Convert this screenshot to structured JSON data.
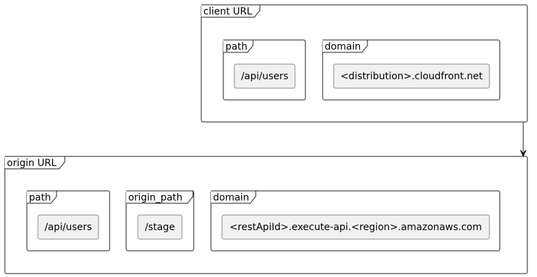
{
  "client_url": {
    "title": "client URL",
    "path": {
      "title": "path",
      "value": "/api/users"
    },
    "domain": {
      "title": "domain",
      "value": "<distribution>.cloudfront.net"
    }
  },
  "origin_url": {
    "title": "origin URL",
    "path": {
      "title": "path",
      "value": "/api/users"
    },
    "origin_path": {
      "title": "origin_path",
      "value": "/stage"
    },
    "domain": {
      "title": "domain",
      "value": "<restApiId>.execute-api.<region>.amazonaws.com"
    }
  }
}
